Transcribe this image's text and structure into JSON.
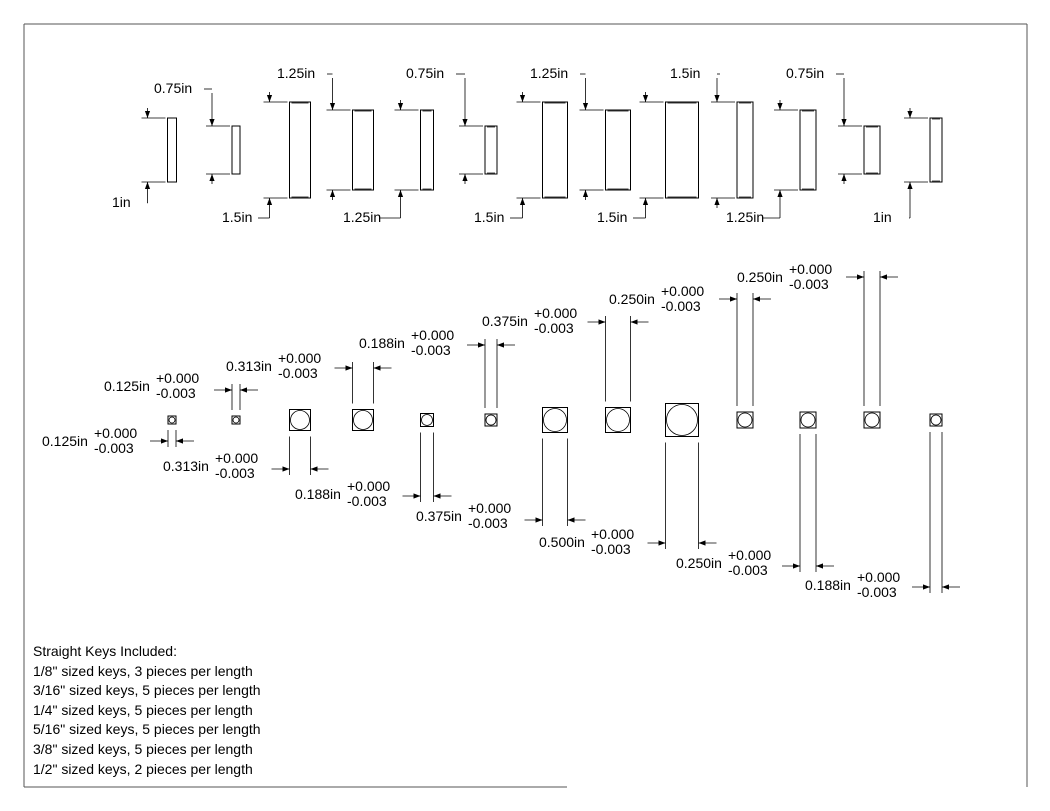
{
  "side_view": {
    "keys": [
      {
        "length_label": "1in"
      },
      {
        "length_label": "0.75in"
      },
      {
        "length_label": "1.5in"
      },
      {
        "length_label": "1.25in"
      },
      {
        "length_label": "1.25in"
      },
      {
        "length_label": "0.75in"
      },
      {
        "length_label": "1.5in"
      },
      {
        "length_label": "1.25in"
      },
      {
        "length_label": "1.5in"
      },
      {
        "length_label": "1.5in"
      },
      {
        "length_label": "1.25in"
      },
      {
        "length_label": "0.75in"
      },
      {
        "length_label": "1in"
      }
    ]
  },
  "end_view": {
    "keys": [
      {
        "width_label": "0.125in",
        "tol_plus": "+0.000",
        "tol_minus": "-0.003"
      },
      {
        "width_label": "0.125in",
        "tol_plus": "+0.000",
        "tol_minus": "-0.003"
      },
      {
        "width_label": "0.313in",
        "tol_plus": "+0.000",
        "tol_minus": "-0.003"
      },
      {
        "width_label": "0.313in",
        "tol_plus": "+0.000",
        "tol_minus": "-0.003"
      },
      {
        "width_label": "0.188in",
        "tol_plus": "+0.000",
        "tol_minus": "-0.003"
      },
      {
        "width_label": "0.188in",
        "tol_plus": "+0.000",
        "tol_minus": "-0.003"
      },
      {
        "width_label": "0.375in",
        "tol_plus": "+0.000",
        "tol_minus": "-0.003"
      },
      {
        "width_label": "0.375in",
        "tol_plus": "+0.000",
        "tol_minus": "-0.003"
      },
      {
        "width_label": "0.500in",
        "tol_plus": "+0.000",
        "tol_minus": "-0.003"
      },
      {
        "width_label": "0.250in",
        "tol_plus": "+0.000",
        "tol_minus": "-0.003"
      },
      {
        "width_label": "0.250in",
        "tol_plus": "+0.000",
        "tol_minus": "-0.003"
      },
      {
        "width_label": "0.250in",
        "tol_plus": "+0.000",
        "tol_minus": "-0.003"
      },
      {
        "width_label": "0.188in",
        "tol_plus": "+0.000",
        "tol_minus": "-0.003"
      }
    ]
  },
  "notes": {
    "title": "Straight Keys Included:",
    "lines": [
      "1/8\" sized keys, 3 pieces per length",
      "3/16\" sized keys, 5 pieces per length",
      "1/4\" sized keys, 5 pieces per length",
      "5/16\" sized keys, 5 pieces per length",
      "3/8\" sized keys, 5 pieces per length",
      "1/2\" sized keys, 2 pieces per length"
    ]
  }
}
